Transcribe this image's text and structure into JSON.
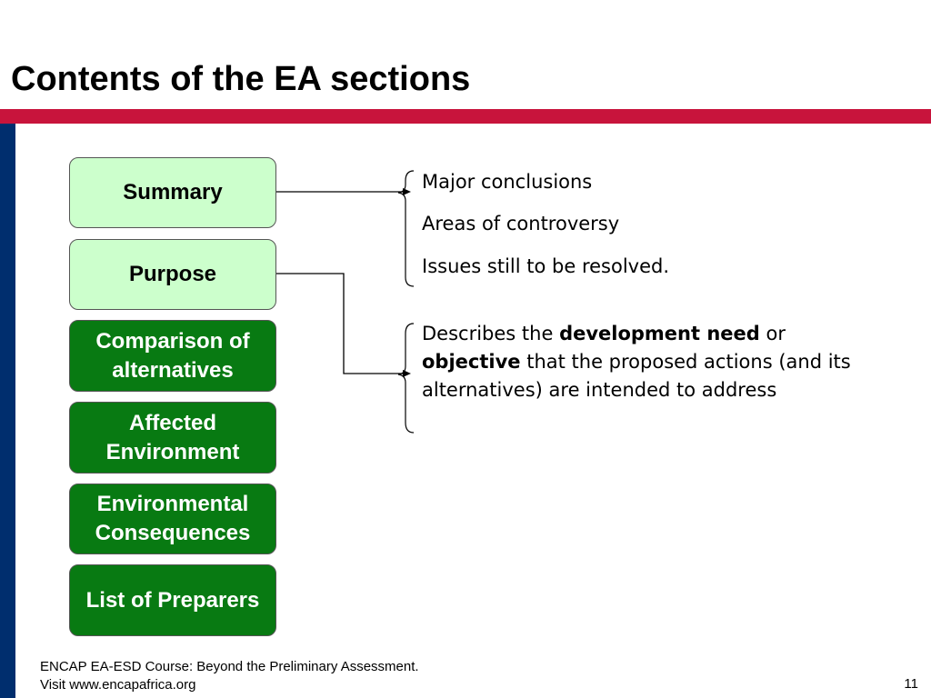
{
  "slide": {
    "title": "Contents of the EA sections",
    "page_number": "11"
  },
  "sections": [
    {
      "label": "Summary"
    },
    {
      "label": "Purpose"
    },
    {
      "label": "Comparison of alternatives"
    },
    {
      "label": "Affected Environment"
    },
    {
      "label": "Environmental Consequences"
    },
    {
      "label": "List of Preparers"
    }
  ],
  "summary_notes": [
    "Major conclusions",
    "Areas of controversy",
    "Issues still to be resolved."
  ],
  "purpose_note": {
    "t1": "Describes the ",
    "b1": "development need",
    "t2": " or ",
    "b2": "objective",
    "t3": " that the proposed actions (and its alternatives) are intended to address"
  },
  "footer": {
    "line1": "ENCAP EA-ESD Course: Beyond the Preliminary Assessment.",
    "line2": "Visit www.encapafrica.org"
  },
  "colors": {
    "title_bar": "#c8143c",
    "side_bar": "#002e6e",
    "box_light": "#ccffcc",
    "box_dark": "#087a12"
  }
}
